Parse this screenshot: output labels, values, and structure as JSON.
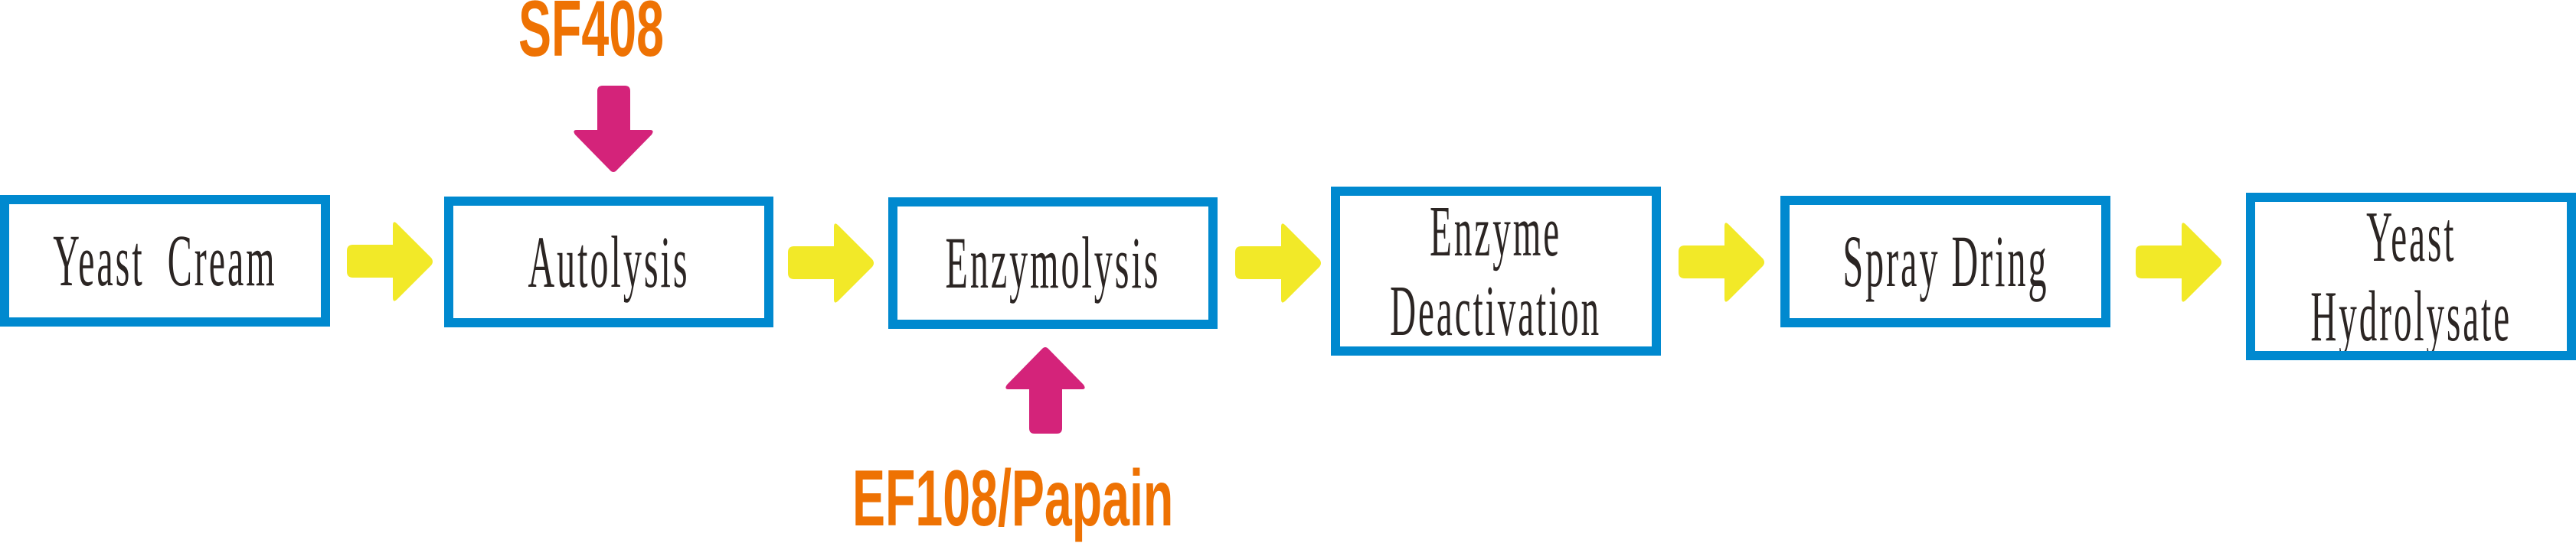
{
  "colors": {
    "box_border": "#0089CF",
    "box_text": "#2B2523",
    "flow_arrow": "#F2E928",
    "input_arrow": "#D4237A",
    "input_label": "#EE7203",
    "background": "#FFFFFF"
  },
  "process": {
    "steps": [
      {
        "id": "yeast-cream",
        "label": "Yeast  Cream"
      },
      {
        "id": "autolysis",
        "label": "Autolysis"
      },
      {
        "id": "enzymolysis",
        "label": "Enzymolysis"
      },
      {
        "id": "enzyme-deactivation",
        "label": "Enzyme\nDeactivation"
      },
      {
        "id": "spray-dring",
        "label": "Spray Dring"
      },
      {
        "id": "yeast-hydrolysate",
        "label": "Yeast\nHydrolysate"
      }
    ],
    "flow_arrows": [
      {
        "from": "yeast-cream",
        "to": "autolysis",
        "icon": "arrow-right-icon"
      },
      {
        "from": "autolysis",
        "to": "enzymolysis",
        "icon": "arrow-right-icon"
      },
      {
        "from": "enzymolysis",
        "to": "enzyme-deactivation",
        "icon": "arrow-right-icon"
      },
      {
        "from": "enzyme-deactivation",
        "to": "spray-dring",
        "icon": "arrow-right-icon"
      },
      {
        "from": "spray-dring",
        "to": "yeast-hydrolysate",
        "icon": "arrow-right-icon"
      }
    ],
    "inputs": [
      {
        "target": "autolysis",
        "label": "SF408",
        "direction": "down",
        "icon": "arrow-down-icon"
      },
      {
        "target": "enzymolysis",
        "label": "EF108/Papain",
        "direction": "up",
        "icon": "arrow-up-icon"
      }
    ]
  }
}
